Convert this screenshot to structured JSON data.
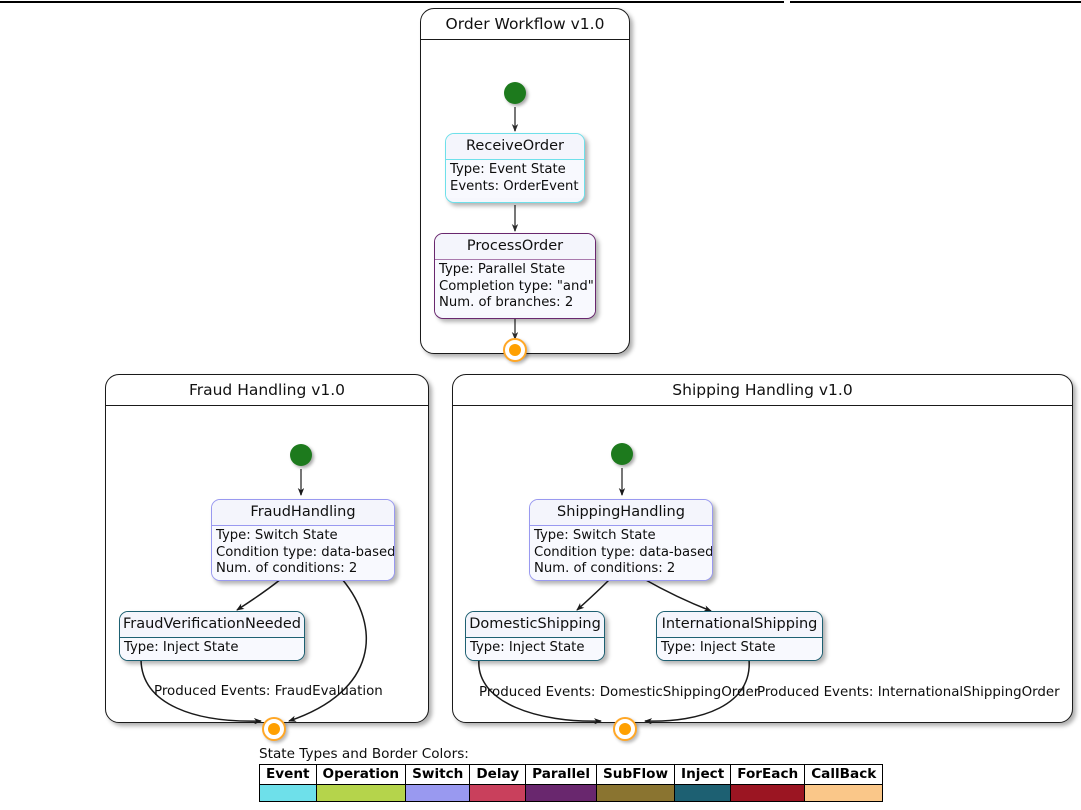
{
  "page": {
    "top_rule": true
  },
  "workflows": [
    {
      "id": "order-workflow",
      "title": "Order Workflow v1.0",
      "states": [
        {
          "name": "ReceiveOrder",
          "details": [
            "Type: Event State",
            "Events: OrderEvent"
          ],
          "state_type": "Event",
          "border_color": "#6ee0ea"
        },
        {
          "name": "ProcessOrder",
          "details": [
            "Type: Parallel State",
            "Completion type: \"and\"",
            "Num. of branches: 2"
          ],
          "state_type": "Parallel",
          "border_color": "#69276e"
        }
      ],
      "edge_labels": []
    },
    {
      "id": "fraud-handling",
      "title": "Fraud Handling v1.0",
      "states": [
        {
          "name": "FraudHandling",
          "details": [
            "Type: Switch State",
            "Condition type: data-based",
            "Num. of conditions: 2"
          ],
          "state_type": "Switch",
          "border_color": "#9999f0"
        },
        {
          "name": "FraudVerificationNeeded",
          "details": [
            "Type: Inject State"
          ],
          "state_type": "Inject",
          "border_color": "#1d6072"
        }
      ],
      "edge_labels": [
        "Produced Events: FraudEvaluation"
      ]
    },
    {
      "id": "shipping-handling",
      "title": "Shipping Handling v1.0",
      "states": [
        {
          "name": "ShippingHandling",
          "details": [
            "Type: Switch State",
            "Condition type: data-based",
            "Num. of conditions: 2"
          ],
          "state_type": "Switch",
          "border_color": "#9999f0"
        },
        {
          "name": "DomesticShipping",
          "details": [
            "Type: Inject State"
          ],
          "state_type": "Inject",
          "border_color": "#1d6072"
        },
        {
          "name": "InternationalShipping",
          "details": [
            "Type: Inject State"
          ],
          "state_type": "Inject",
          "border_color": "#1d6072"
        }
      ],
      "edge_labels": [
        "Produced Events: DomesticShippingOrder",
        "Produced Events: InternationalShippingOrder"
      ]
    }
  ],
  "legend": {
    "caption": "State Types and Border Colors:",
    "entries": [
      {
        "label": "Event",
        "color": "#6ee0ea"
      },
      {
        "label": "Operation",
        "color": "#b5d44b"
      },
      {
        "label": "Switch",
        "color": "#9999f0"
      },
      {
        "label": "Delay",
        "color": "#c9405c"
      },
      {
        "label": "Parallel",
        "color": "#69276e"
      },
      {
        "label": "SubFlow",
        "color": "#8a7430"
      },
      {
        "label": "Inject",
        "color": "#1d6072"
      },
      {
        "label": "ForEach",
        "color": "#9b1522"
      },
      {
        "label": "CallBack",
        "color": "#fac789"
      }
    ]
  }
}
